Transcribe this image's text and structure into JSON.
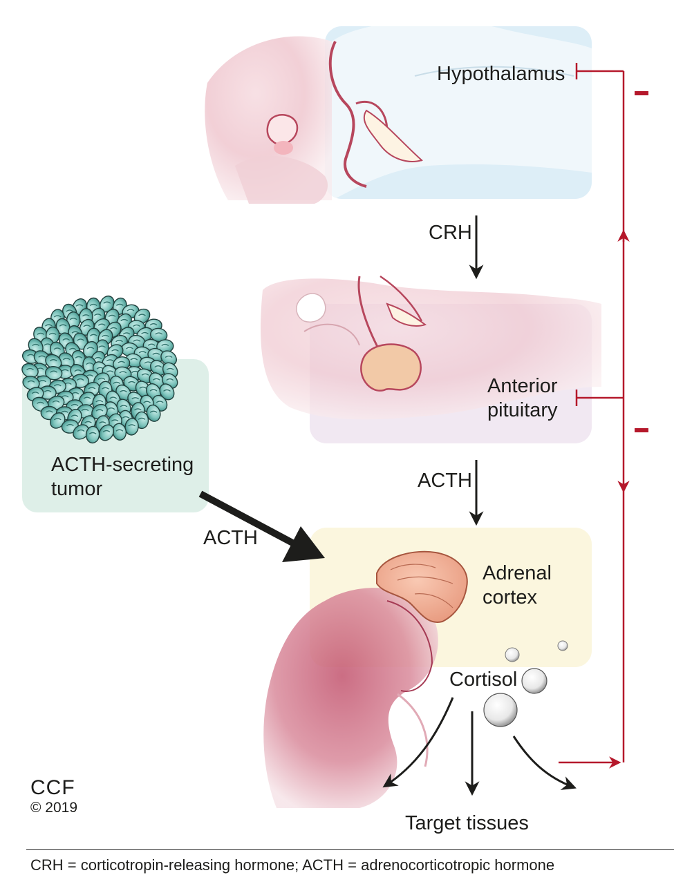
{
  "labels": {
    "hypothalamus": "Hypothalamus",
    "crh": "CRH",
    "anterior_pituitary": "Anterior\npituitary",
    "acth_pituitary": "ACTH",
    "tumor": "ACTH-secreting\ntumor",
    "acth_tumor": "ACTH",
    "adrenal_cortex": "Adrenal\ncortex",
    "cortisol": "Cortisol",
    "target_tissues": "Target tissues"
  },
  "credit": {
    "org": "CCF",
    "year": "© 2019"
  },
  "caption": "CRH = corticotropin-releasing hormone; ACTH = adrenocorticotropic hormone",
  "colors": {
    "hypothalamus_box": "#ddeef7",
    "pituitary_box": "#f1e8f2",
    "tumor_box": "#deefe8",
    "adrenal_box": "#fbf6de",
    "feedback": "#b5182b",
    "arrow": "#1d1d1b"
  }
}
